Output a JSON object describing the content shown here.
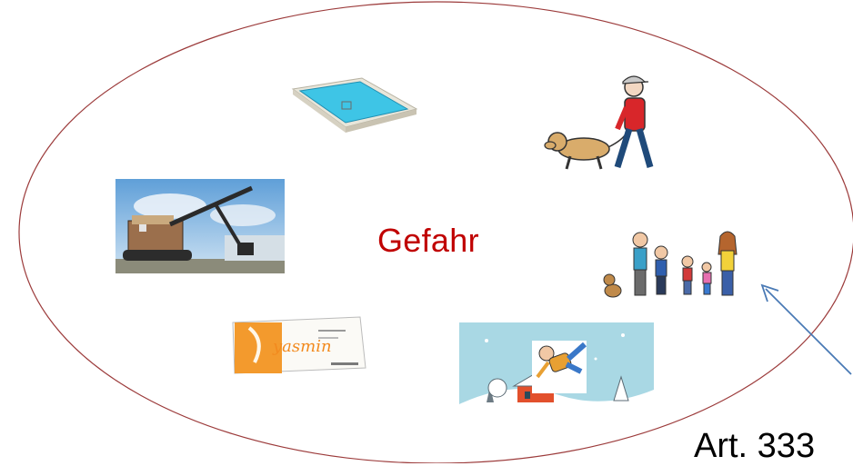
{
  "center_label": "Gefahr",
  "article_label": "Art. 333",
  "colors": {
    "ellipse_stroke": "#9c3b3b",
    "center_text": "#c00000",
    "arrow": "#4a7ab5"
  },
  "pictures": [
    {
      "name": "swimming-pool-picture",
      "depicts": "swimming pool"
    },
    {
      "name": "dog-walker-picture",
      "depicts": "child walking a dog"
    },
    {
      "name": "excavator-picture",
      "depicts": "old excavator"
    },
    {
      "name": "family-picture",
      "depicts": "family"
    },
    {
      "name": "pill-box-picture",
      "depicts": "contraceptive pill box",
      "brand": "yasmin"
    },
    {
      "name": "slipping-person-picture",
      "depicts": "person slipping on snow"
    }
  ]
}
